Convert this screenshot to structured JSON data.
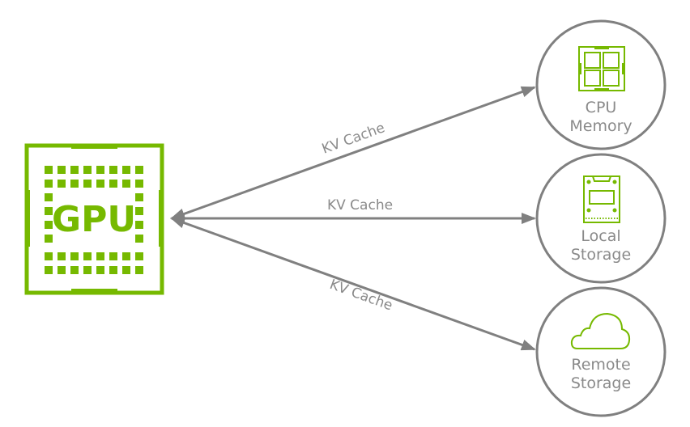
{
  "colors": {
    "accent": "#76b900",
    "arrow": "#808080",
    "text": "#8a8a8a",
    "circle": "#808080"
  },
  "gpu": {
    "label": "GPU",
    "icon": "gpu-chip-icon"
  },
  "edges": [
    {
      "label": "KV Cache",
      "target": "CPU Memory"
    },
    {
      "label": "KV Cache",
      "target": "Local Storage"
    },
    {
      "label": "KV Cache",
      "target": "Remote Storage"
    }
  ],
  "nodes": [
    {
      "line1": "CPU",
      "line2": "Memory",
      "icon": "cpu-icon"
    },
    {
      "line1": "Local",
      "line2": "Storage",
      "icon": "ssd-icon"
    },
    {
      "line1": "Remote",
      "line2": "Storage",
      "icon": "cloud-icon"
    }
  ]
}
